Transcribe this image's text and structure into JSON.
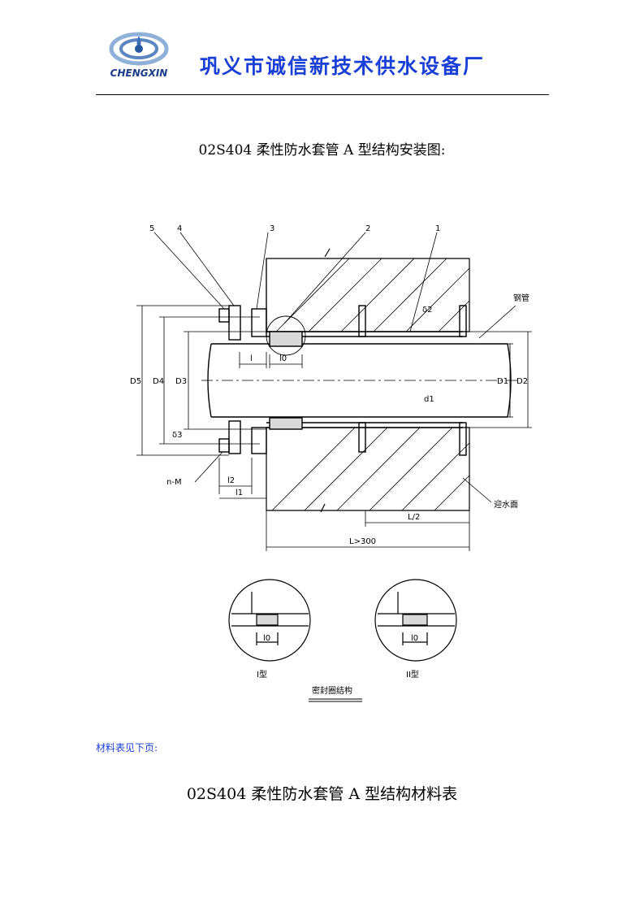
{
  "header": {
    "logo_text": "CHENGXIN",
    "company_name": "巩义市诚信新技术供水设备厂"
  },
  "title": "02S404 柔性防水套管 A 型结构安装图:",
  "drawing": {
    "part_numbers": [
      "5",
      "4",
      "3",
      "2",
      "1"
    ],
    "labels": {
      "steel_pipe": "钢管",
      "water_face": "迎水面",
      "d5": "D5",
      "d4": "D4",
      "d3": "D3",
      "d1": "D1",
      "d2": "D2",
      "b1": "d1",
      "b2": "δ2",
      "b3": "δ3",
      "l": "l",
      "l0": "l0",
      "l1": "l1",
      "l2": "l2",
      "nm": "n-M",
      "half_l": "L/2",
      "total_l": "L>300"
    },
    "detail": {
      "type1": "I型",
      "type2": "II型",
      "l0": "l0",
      "caption": "密封圈结构"
    }
  },
  "note": "材料表见下页:",
  "title2": "02S404 柔性防水套管 A 型结构材料表"
}
